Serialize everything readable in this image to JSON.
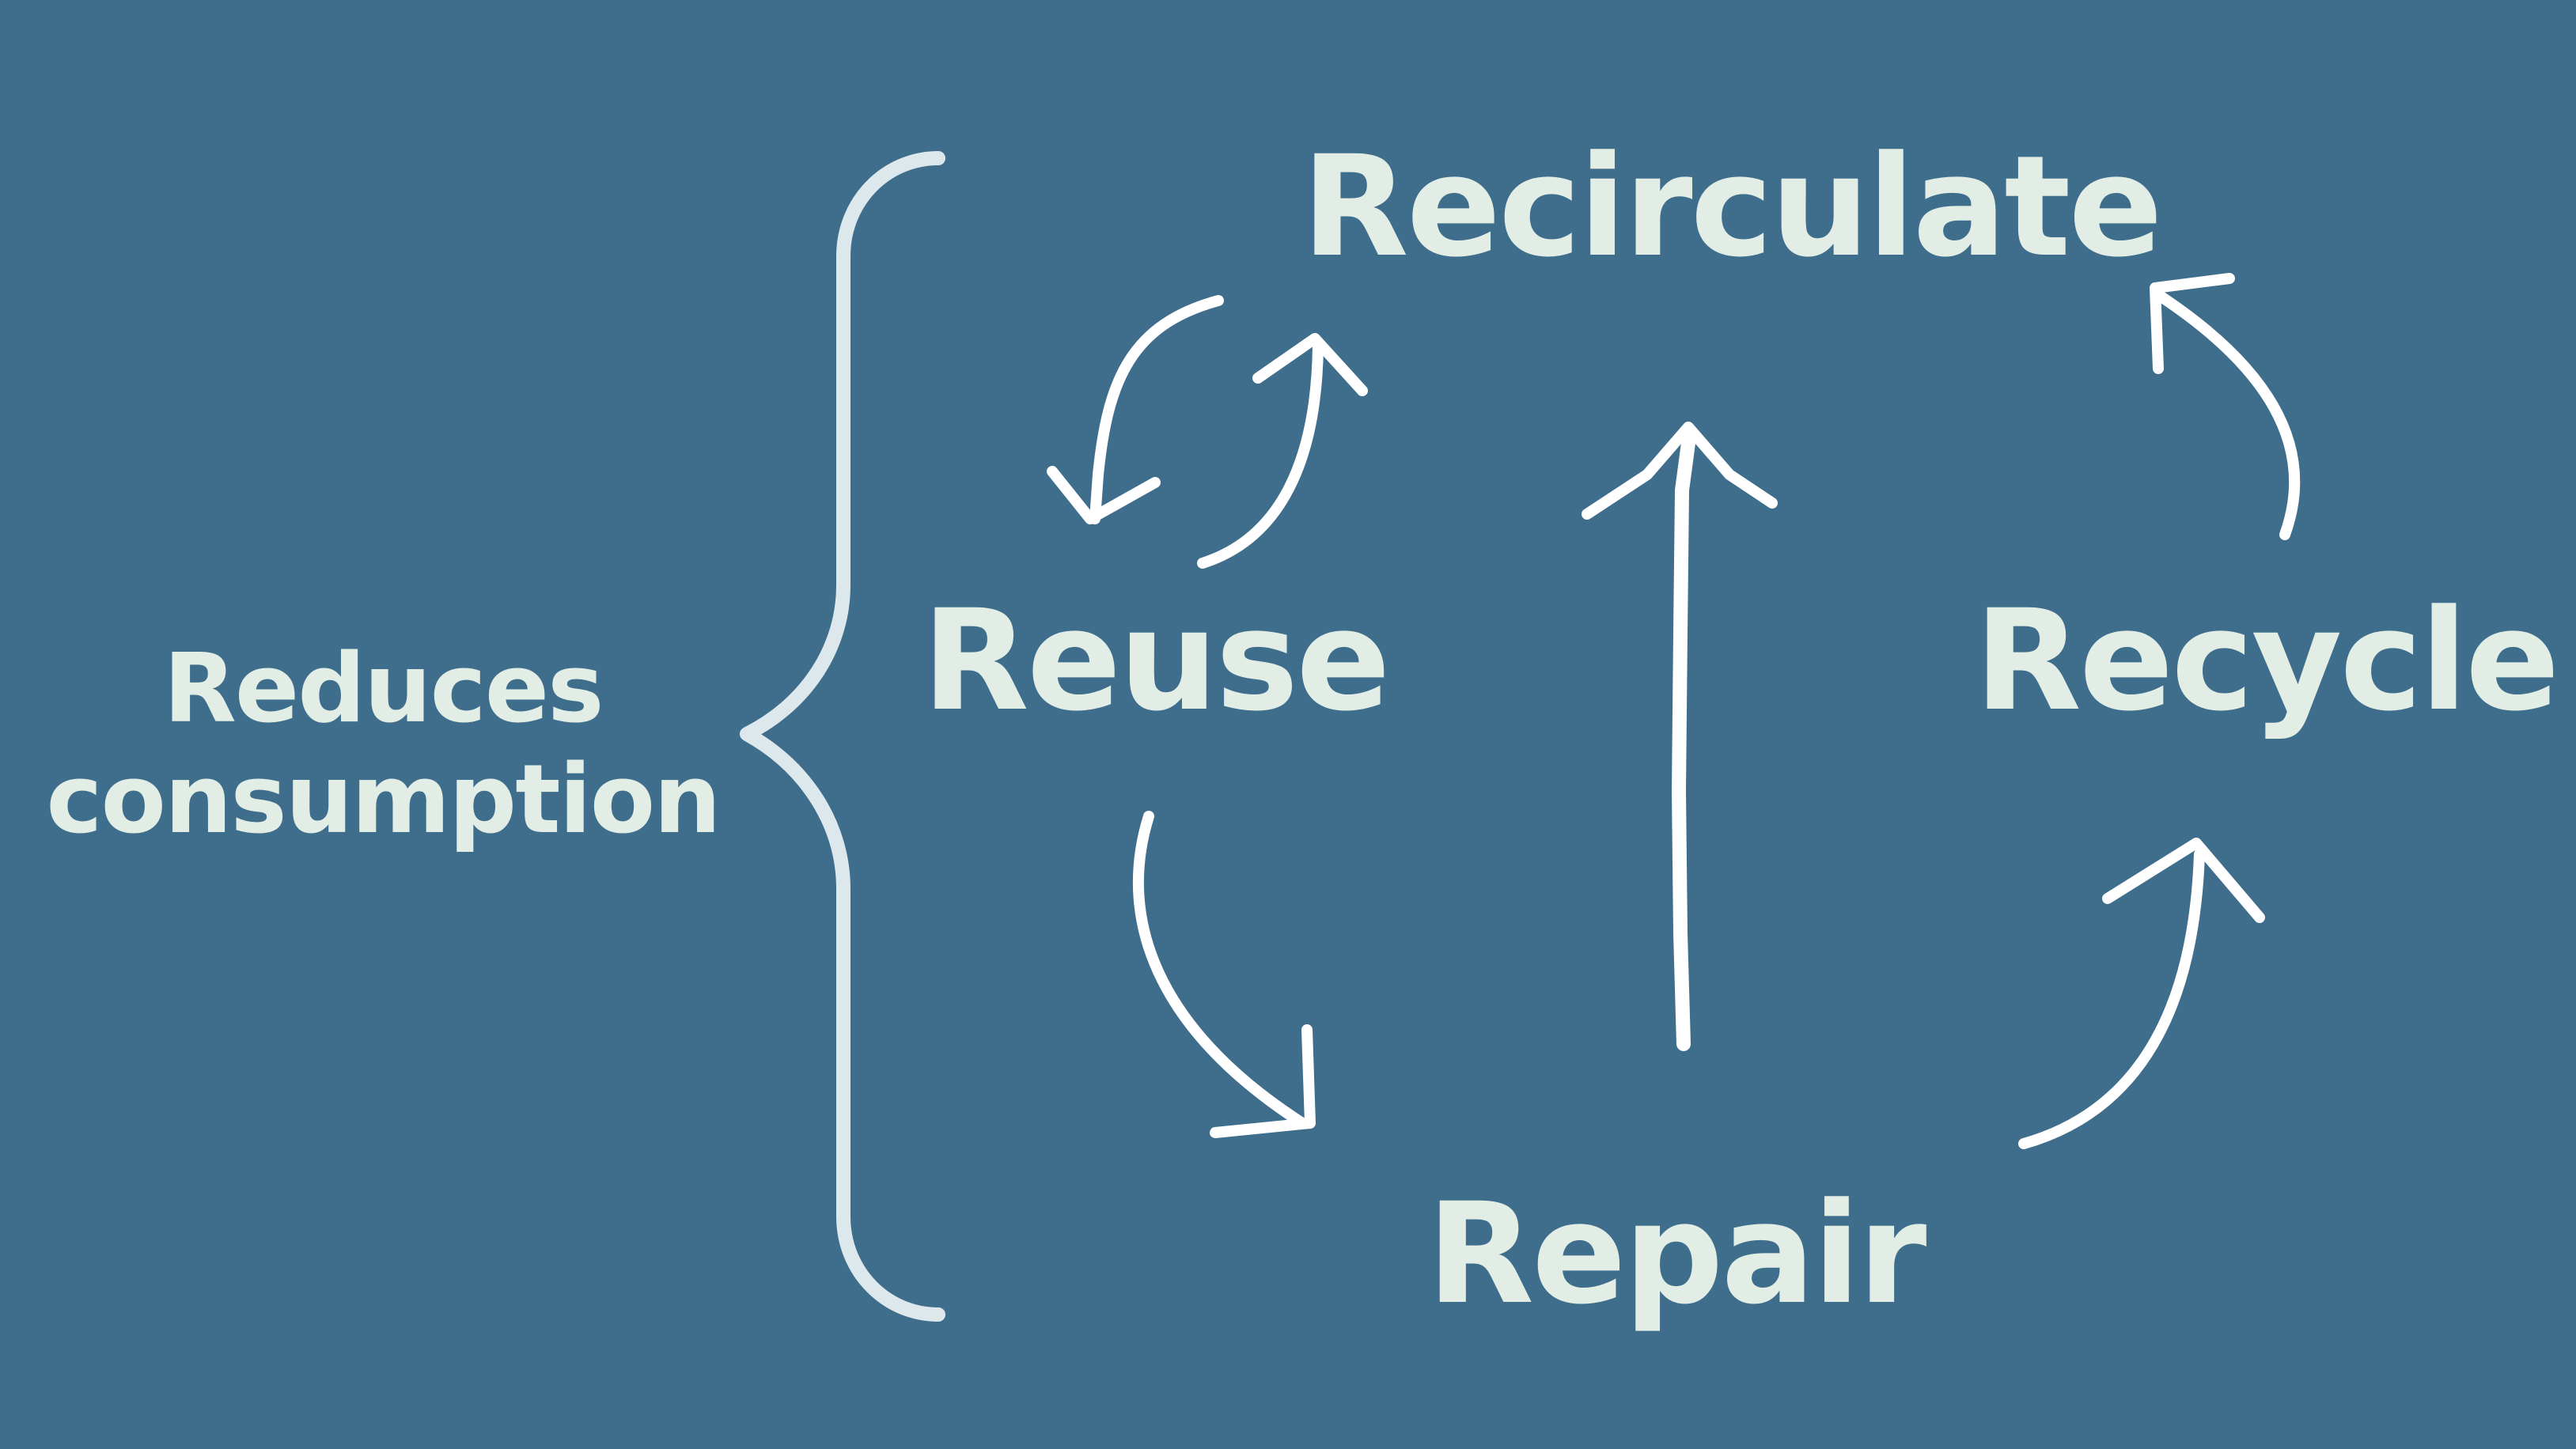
{
  "colors": {
    "background": "#3f6e8c",
    "text": "#e2ede6",
    "arrow": "#ffffff",
    "brace": "#dde8ec"
  },
  "side_label": {
    "line1": "Reduces",
    "line2": "consumption"
  },
  "nodes": {
    "recirculate": "Recirculate",
    "reuse": "Reuse",
    "recycle": "Recycle",
    "repair": "Repair"
  }
}
